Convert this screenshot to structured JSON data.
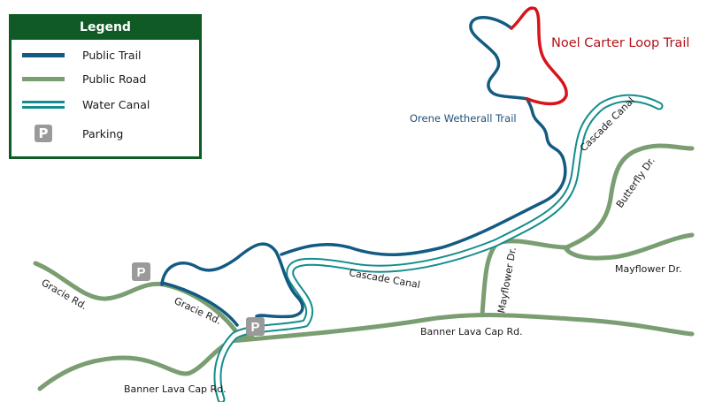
{
  "legend": {
    "title": "Legend",
    "items": [
      {
        "label": "Public Trail",
        "color": "#135b82"
      },
      {
        "label": "Public Road",
        "color": "#7a9e72"
      },
      {
        "label": "Water Canal",
        "color": "#148c8c"
      },
      {
        "label": "Parking",
        "symbol": "P"
      }
    ]
  },
  "labels": {
    "noel_carter": "Noel Carter Loop Trail",
    "orene": "Orene Wetherall Trail",
    "cascade_canal_upper": "Cascade Canal",
    "cascade_canal_lower": "Cascade Canal",
    "butterfly": "Butterfly Dr.",
    "mayflower_right": "Mayflower Dr.",
    "mayflower_vertical": "Mayflower Dr.",
    "banner_right": "Banner Lava Cap Rd.",
    "banner_bottom": "Banner Lava Cap Rd.",
    "gracie_left": "Gracie Rd.",
    "gracie_mid": "Gracie Rd.",
    "parking": "P"
  },
  "colors": {
    "trail": "#135b82",
    "loop": "#d7141a",
    "road": "#7a9e72",
    "canal": "#148c8c",
    "legend_frame": "#0f5a25"
  }
}
